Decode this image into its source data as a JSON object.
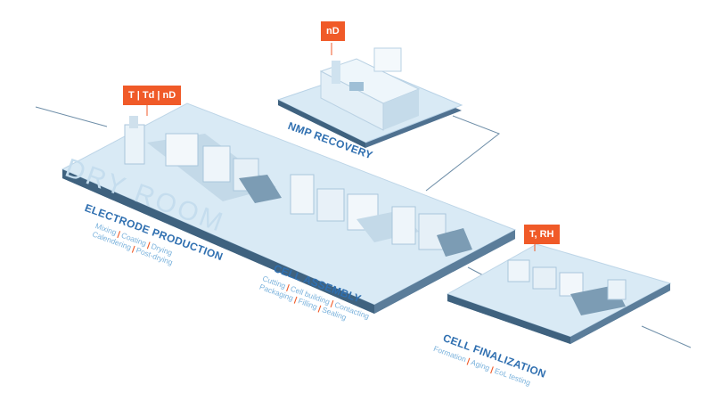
{
  "colors": {
    "accent": "#f05a28",
    "title": "#2f6fb0",
    "subtitle": "#7ab2dc",
    "platform_top": "#d9eaf5",
    "platform_side": "#4f7190",
    "dry_room_text": "#c5ddee",
    "line": "#6e8ea8"
  },
  "tags": {
    "electrode": "T | Td | nD",
    "nmp": "nD",
    "finalization": "T, RH"
  },
  "dry_room_label": "DRY ROOM",
  "sections": {
    "nmp": {
      "title": "NMP RECOVERY"
    },
    "electrode": {
      "title": "ELECTRODE PRODUCTION",
      "row1": [
        "Mixing",
        "Coating",
        "Drying"
      ],
      "row2": [
        "Calendering",
        "Post-drying"
      ]
    },
    "assembly": {
      "title": "CELL ASSEMBLY",
      "row1": [
        "Cutting",
        "Cell building",
        "Contacting"
      ],
      "row2": [
        "Packaging",
        "Filling",
        "Sealing"
      ]
    },
    "finalization": {
      "title": "CELL FINALIZATION",
      "row1": [
        "Formation",
        "Aging",
        "EoL testing"
      ]
    }
  }
}
